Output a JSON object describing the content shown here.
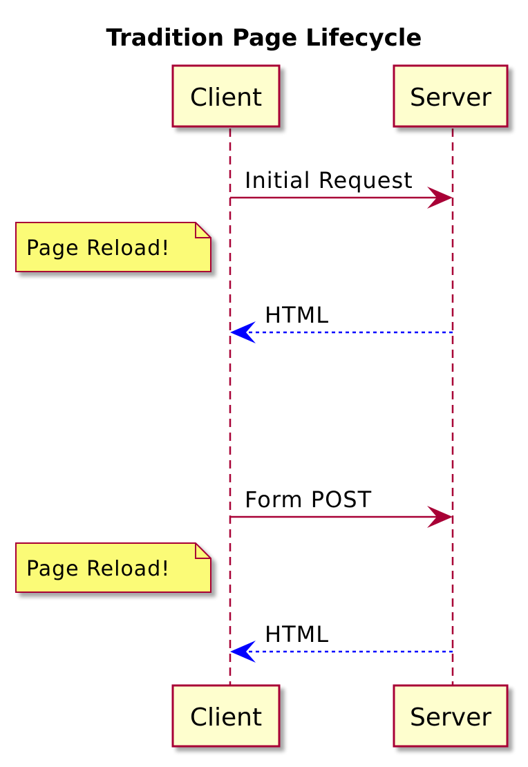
{
  "title": "Tradition Page Lifecycle",
  "participants": [
    {
      "name": "Client"
    },
    {
      "name": "Server"
    }
  ],
  "messages": [
    {
      "label": "Initial Request",
      "from": "Client",
      "to": "Server",
      "style": "solid"
    },
    {
      "label": "HTML",
      "from": "Server",
      "to": "Client",
      "style": "dashed"
    },
    {
      "label": "Form POST",
      "from": "Client",
      "to": "Server",
      "style": "solid"
    },
    {
      "label": "HTML",
      "from": "Server",
      "to": "Client",
      "style": "dashed"
    }
  ],
  "notes": [
    {
      "text": "Page Reload!",
      "attached_to": "Client"
    },
    {
      "text": "Page Reload!",
      "attached_to": "Client"
    }
  ],
  "colors": {
    "actor_fill": "#FEFECE",
    "actor_border": "#A80036",
    "lifeline": "#A80036",
    "request_arrow": "#A80036",
    "response_arrow": "#0000FF",
    "note_fill": "#FBFB77",
    "note_border": "#A80036"
  }
}
